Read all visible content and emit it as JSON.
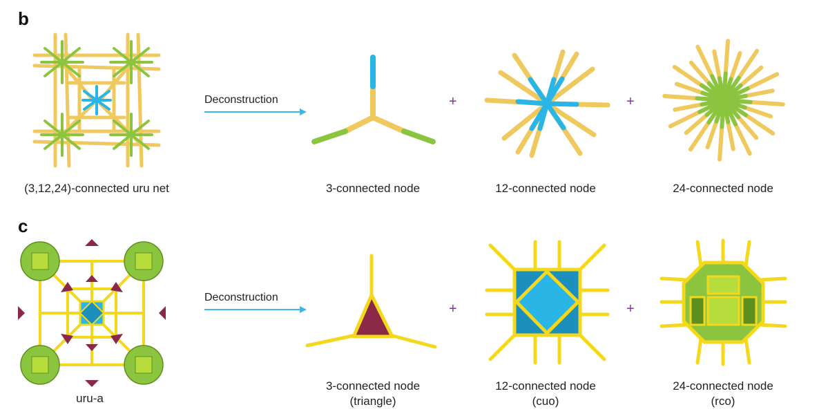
{
  "panel_b": {
    "letter": "b",
    "arrow_label": "Deconstruction",
    "plus": "+",
    "captions": {
      "net": "(3,12,24)-connected uru net",
      "node3": "3-connected node",
      "node12": "12-connected node",
      "node24": "24-connected node"
    }
  },
  "panel_c": {
    "letter": "c",
    "arrow_label": "Deconstruction",
    "plus": "+",
    "captions": {
      "net": "uru-a",
      "node3": "3-connected node",
      "node3_sub": "(triangle)",
      "node12": "12-connected node",
      "node12_sub": "(cuo)",
      "node24": "24-connected node",
      "node24_sub": "(rco)"
    }
  },
  "colors": {
    "rod": "#efc95e",
    "rod_dark": "#d8a93a",
    "green": "#8bc53f",
    "green_dark": "#5d8f1f",
    "cyan": "#29b6e6",
    "maroon": "#8b2948",
    "arrow": "#3fb6e8",
    "yellow_edge": "#f3d81e"
  }
}
